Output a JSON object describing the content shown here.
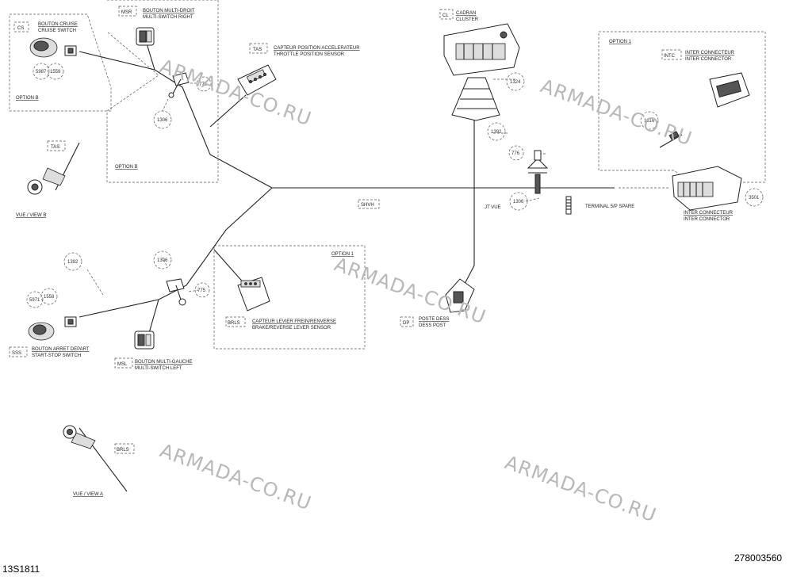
{
  "watermark": "ARMADA-CO.RU",
  "drawing_code": "13S1811",
  "part_number": "278003560",
  "parts": {
    "cruise_switch": {
      "code": "CS",
      "fr": "BOUTON CRUISE",
      "en": "CRUISE SWITCH",
      "ref1": "5987",
      "ref2": "1559"
    },
    "option_b_top": "OPTION B",
    "option_b_mid": "OPTION B",
    "multi_switch_right": {
      "code": "MSR",
      "fr": "BOUTON MULTI-DROIT",
      "en": "MULTI-SWITCH RIGHT"
    },
    "throttle_sensor": {
      "code": "TAS",
      "fr": "CAPTEUR POSITION ACCELERATEUR",
      "en": "THROTTLE POSITION SENSOR"
    },
    "ref_775_top": "775",
    "ref_1306_top": "1306",
    "view_b": {
      "code": "TAS",
      "label": "VUE / VIEW B"
    },
    "start_stop": {
      "code": "SSS",
      "fr": "BOUTON ARRET DEPART",
      "en": "START-STOP SWITCH",
      "ref1": "5971",
      "ref2": "1558"
    },
    "ref_1392_left": "1392",
    "ref_1306_bottom": "1306",
    "ref_775_bottom": "775",
    "multi_switch_left": {
      "code": "MSL",
      "fr": "BOUTON MULTI-GAUCHE",
      "en": "MULTI-SWITCH LEFT"
    },
    "option_1_mid": "OPTION 1",
    "brake_sensor": {
      "code": "BRLS",
      "fr": "CAPTEUR LEVIER FREIN/RENVERSE",
      "en": "BRAKE/REVERSE LEVER SENSOR"
    },
    "view_a": {
      "code": "BRLS",
      "label": "VUE / VIEW A"
    },
    "cluster": {
      "code": "CL",
      "fr": "CADRAN",
      "en": "CLUSTER"
    },
    "ref_1324": "1324",
    "ref_1392_right": "1392",
    "ref_776": "776",
    "ref_1306_right": "1306",
    "dess_post": {
      "code": "DP",
      "fr": "POSTE DESS",
      "en": "DESS POST"
    },
    "harness_tag": "SHVH",
    "harness_tag2": "JT VUE",
    "option_1_right": "OPTION 1",
    "inter_connector_top": {
      "code": "INTC",
      "fr": "INTER CONNECTEUR",
      "en": "INTER CONNECTOR"
    },
    "ref_1316": "1316",
    "inter_connector": {
      "code": "",
      "fr": "INTER CONNECTEUR",
      "en": "INTER CONNECTOR"
    },
    "ref_3501": "3501",
    "spring_note": "TERMINAL 5/P SPARE"
  }
}
